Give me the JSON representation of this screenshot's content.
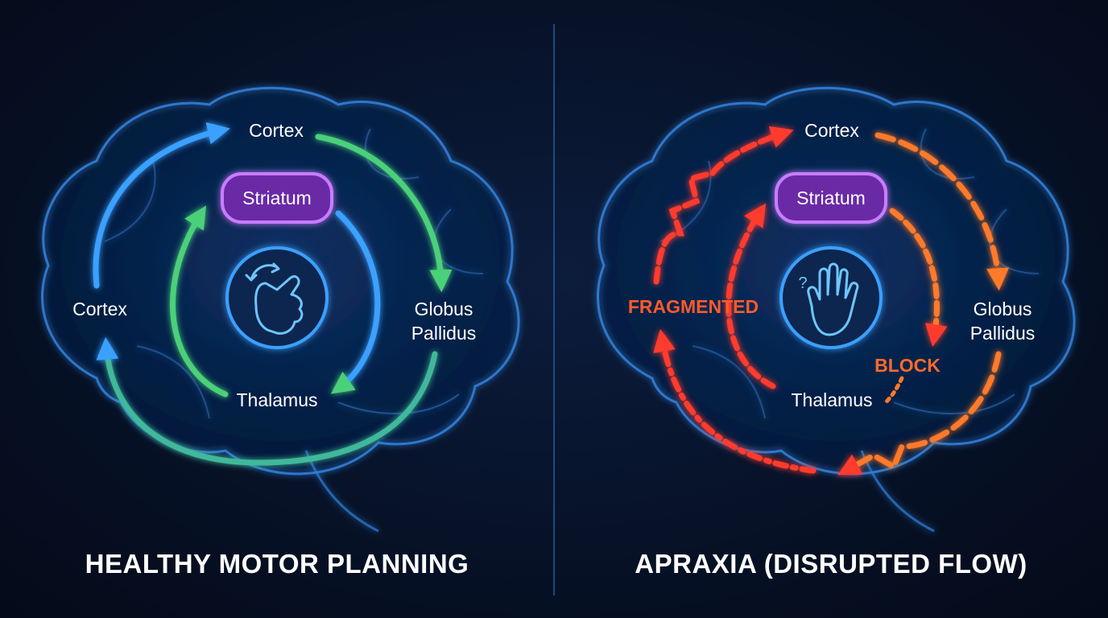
{
  "panels": [
    {
      "title": "HEALTHY MOTOR PLANNING",
      "labels": {
        "cortex_top": "Cortex",
        "cortex_left": "Cortex",
        "striatum": "Striatum",
        "globus_line1": "Globus",
        "globus_line2": "Pallidus",
        "thalamus": "Thalamus"
      }
    },
    {
      "title": "APRAXIA (DISRUPTED FLOW)",
      "labels": {
        "cortex_top": "Cortex",
        "striatum": "Striatum",
        "globus_line1": "Globus",
        "globus_line2": "Pallidus",
        "thalamus": "Thalamus",
        "fragmented": "FRAGMENTED",
        "block": "BLOCK",
        "question_mark": "?"
      }
    }
  ],
  "colors": {
    "background": "#071228",
    "brain_outline": "#2f7fd8",
    "striatum_fill": "#6a2aa6",
    "striatum_stroke": "#c77dff",
    "healthy_blue": "#3aa0ff",
    "healthy_green": "#4cd07a",
    "disrupted_red": "#ff3b2f",
    "disrupted_orange": "#ff7a2a"
  },
  "icons": {
    "left_center": "hand-pointing-icon",
    "right_center": "open-hand-question-icon"
  }
}
